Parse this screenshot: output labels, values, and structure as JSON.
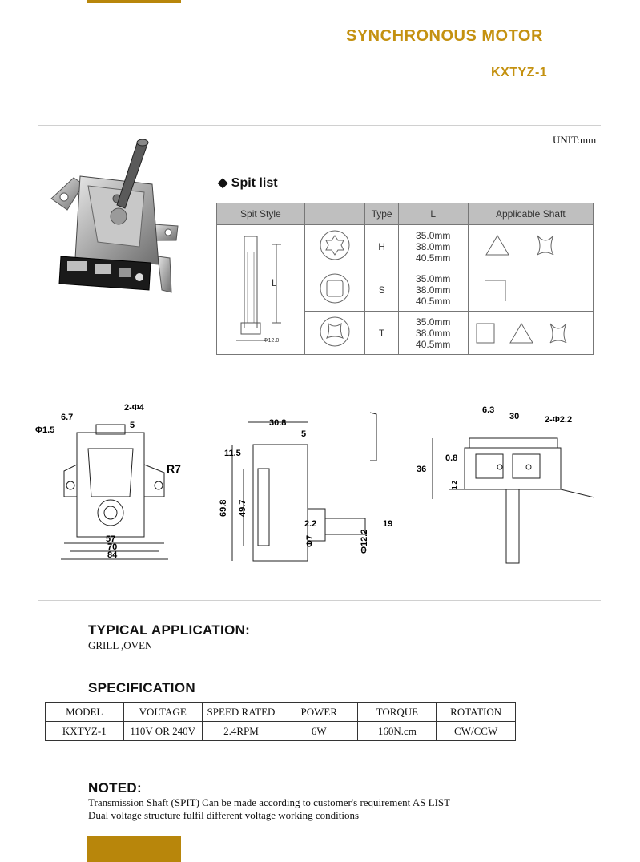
{
  "header": {
    "title": "SYNCHRONOUS MOTOR",
    "model": "KXTYZ-1",
    "unit": "UNIT:mm"
  },
  "spit_list": {
    "heading": "Spit list",
    "columns": [
      "Spit Style",
      "",
      "Type",
      "L",
      "Applicable Shaft"
    ],
    "rows": [
      {
        "type": "H",
        "lengths": [
          "35.0mm",
          "38.0mm",
          "40.5mm"
        ]
      },
      {
        "type": "S",
        "lengths": [
          "35.0mm",
          "38.0mm",
          "40.5mm"
        ]
      },
      {
        "type": "T",
        "lengths": [
          "35.0mm",
          "38.0mm",
          "40.5mm"
        ]
      }
    ],
    "spit_style_labels": {
      "l": "L",
      "dia": "Φ12.0"
    }
  },
  "drawing_labels": {
    "front": {
      "d1": "2-Φ4",
      "d2": "6.7",
      "d3": "Φ1.5",
      "d4": "5",
      "d5": "R7",
      "d6": "57",
      "d7": "70",
      "d8": "84"
    },
    "side": {
      "d1": "30.8",
      "d2": "5",
      "d3": "11.5",
      "d4": "69.8",
      "d5": "49.7",
      "d6": "2.2",
      "d7": "Φ7",
      "d8": "Φ12.2",
      "d9": "19"
    },
    "top": {
      "d1": "6.3",
      "d2": "30",
      "d3": "2-Φ2.2",
      "d4": "0.8",
      "d5": "36",
      "d6": "1.2"
    }
  },
  "application": {
    "heading": "TYPICAL APPLICATION:",
    "text": "GRILL ,OVEN"
  },
  "specification": {
    "heading": "SPECIFICATION",
    "headers": [
      "MODEL",
      "VOLTAGE",
      "SPEED RATED",
      "POWER",
      "TORQUE",
      "ROTATION"
    ],
    "values": [
      "KXTYZ-1",
      "110V OR 240V",
      "2.4RPM",
      "6W",
      "160N.cm",
      "CW/CCW"
    ]
  },
  "noted": {
    "heading": "NOTED:",
    "lines": [
      "Transmission Shaft (SPIT) Can be made according to customer's requirement AS LIST",
      "Dual voltage structure fulfil different voltage working conditions"
    ]
  },
  "colors": {
    "accent": "#c49110",
    "gold_bar": "#b8860b"
  }
}
